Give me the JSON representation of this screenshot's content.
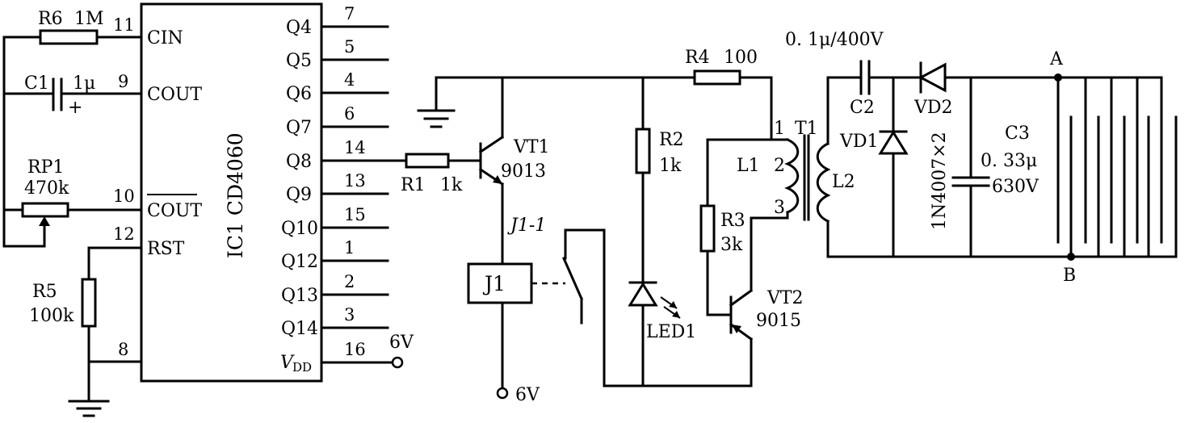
{
  "ic": {
    "name": "IC1 CD4060",
    "left_pins": [
      {
        "num": "11",
        "label": "CIN"
      },
      {
        "num": "9",
        "label": "COUT"
      },
      {
        "num": "10",
        "label": "COUT"
      },
      {
        "num": "12",
        "label": "RST"
      },
      {
        "num": "8",
        "label": ""
      }
    ],
    "right_pins": [
      {
        "label": "Q4",
        "num": "7"
      },
      {
        "label": "Q5",
        "num": "5"
      },
      {
        "label": "Q6",
        "num": "4"
      },
      {
        "label": "Q7",
        "num": "6"
      },
      {
        "label": "Q8",
        "num": "14"
      },
      {
        "label": "Q9",
        "num": "13"
      },
      {
        "label": "Q10",
        "num": "15"
      },
      {
        "label": "Q12",
        "num": "1"
      },
      {
        "label": "Q13",
        "num": "2"
      },
      {
        "label": "Q14",
        "num": "3"
      }
    ],
    "vdd_label": "V",
    "vdd_sub": "DD",
    "vdd_pin": "16",
    "vdd_supply": "6V"
  },
  "components": {
    "r6": {
      "name": "R6",
      "value": "1M"
    },
    "c1": {
      "name": "C1",
      "value": "1μ",
      "polarity": "+"
    },
    "rp1": {
      "name": "RP1",
      "value": "470k"
    },
    "r5": {
      "name": "R5",
      "value": "100k"
    },
    "r1": {
      "name": "R1",
      "value": "1k"
    },
    "vt1": {
      "name": "VT1",
      "value": "9013"
    },
    "j1": {
      "name": "J1",
      "contact": "J1-1"
    },
    "r2": {
      "name": "R2",
      "value": "1k"
    },
    "led1": {
      "name": "LED1"
    },
    "r4": {
      "name": "R4",
      "value": "100"
    },
    "r3": {
      "name": "R3",
      "value": "3k"
    },
    "vt2": {
      "name": "VT2",
      "value": "9015"
    },
    "t1": {
      "name": "T1",
      "l1": "L1",
      "l2": "L2",
      "pins": [
        "1",
        "2",
        "3"
      ]
    },
    "c2": {
      "name": "C2",
      "value": "0. 1μ/400V"
    },
    "vd1": {
      "name": "VD1"
    },
    "vd2": {
      "name": "VD2"
    },
    "diode_part": "1N4007×2",
    "c3": {
      "name": "C3",
      "value1": "0. 33μ",
      "value2": "630V"
    }
  },
  "supply": {
    "middle": "6V"
  },
  "nodes": {
    "a": "A",
    "b": "B"
  }
}
